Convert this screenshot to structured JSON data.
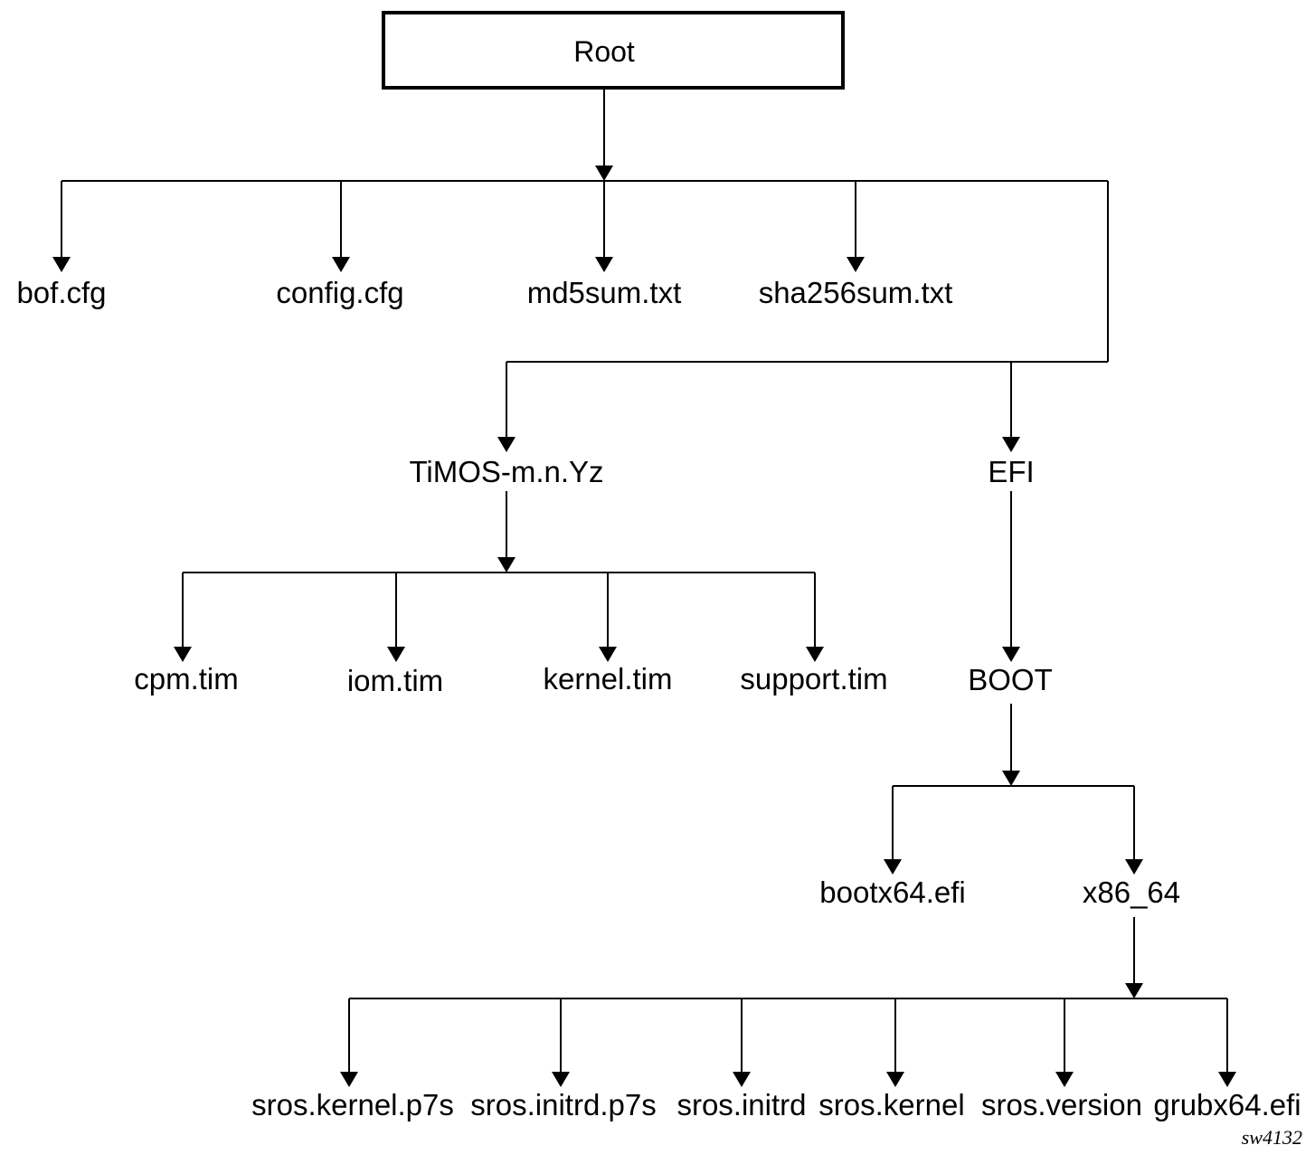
{
  "root": "Root",
  "level1": {
    "bof": "bof.cfg",
    "config": "config.cfg",
    "md5": "md5sum.txt",
    "sha256": "sha256sum.txt"
  },
  "timos": {
    "folder": "TiMOS-m.n.Yz",
    "files": {
      "cpm": "cpm.tim",
      "iom": "iom.tim",
      "kernel": "kernel.tim",
      "support": "support.tim"
    }
  },
  "efi": {
    "folder": "EFI",
    "boot": "BOOT",
    "bootx64": "bootx64.efi",
    "x86_64": "x86_64",
    "files": {
      "kernel_p7s": "sros.kernel.p7s",
      "initrd_p7s": "sros.initrd.p7s",
      "initrd": "sros.initrd",
      "kernel": "sros.kernel",
      "version": "sros.version",
      "grub": "grubx64.efi"
    }
  },
  "figure_id": "sw4132"
}
